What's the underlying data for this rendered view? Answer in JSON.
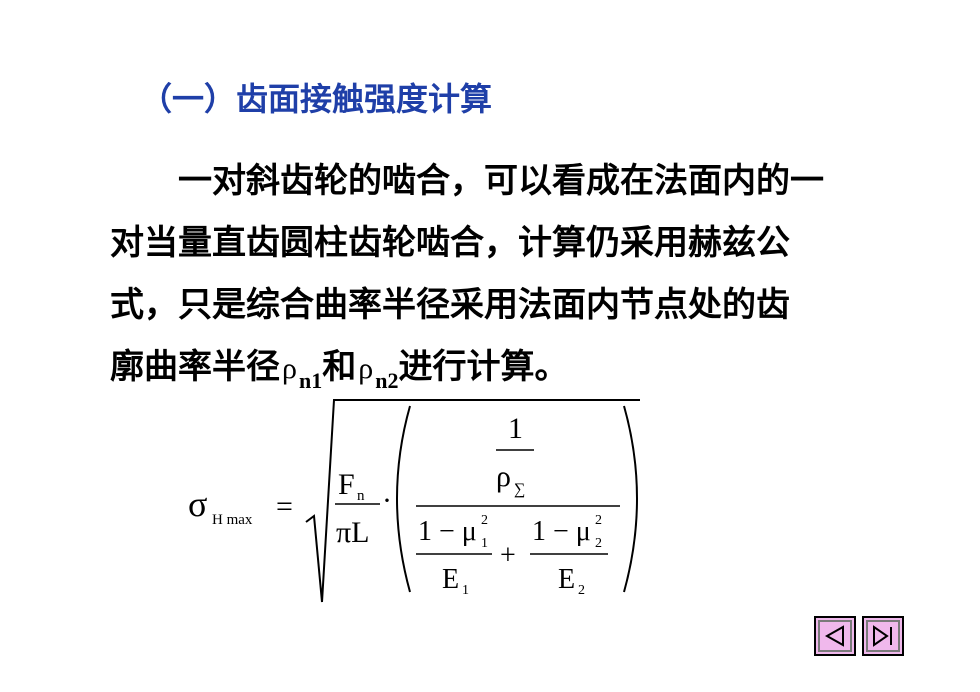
{
  "title": "（一）齿面接触强度计算",
  "paragraph": {
    "line1": "一对斜齿轮的啮合，可以看成在法面内的一",
    "line2": "对当量直齿圆柱齿轮啮合，计算仍采用赫兹公",
    "line3": "式，只是综合曲率半径采用法面内节点处的齿",
    "line4_a": "廓曲率半径",
    "rho_symbol": "ρ",
    "sub1": "n1",
    "conj": "和",
    "sub2": "n2",
    "line4_b": "进行计算。"
  },
  "formula": {
    "sigma": "σ",
    "sigma_sub": "H max",
    "equals": "=",
    "F": "F",
    "F_sub": "n",
    "piL": "πL",
    "dot": "·",
    "one": "1",
    "rho": "ρ",
    "rho_sub": "∑",
    "term1": "1 − μ",
    "mu1_sub": "1",
    "mu1_sup": "2",
    "plus": "+",
    "term2": "1 − μ",
    "mu2_sub": "2",
    "mu2_sup": "2",
    "E": "E",
    "E1_sub": "1",
    "E2_sub": "2"
  },
  "nav": {
    "prev_icon": "triangle-left-icon",
    "next_icon": "triangle-right-bar-icon",
    "button_color": "#f0b8ec"
  },
  "colors": {
    "title": "#1f3fa8",
    "text": "#000000"
  }
}
